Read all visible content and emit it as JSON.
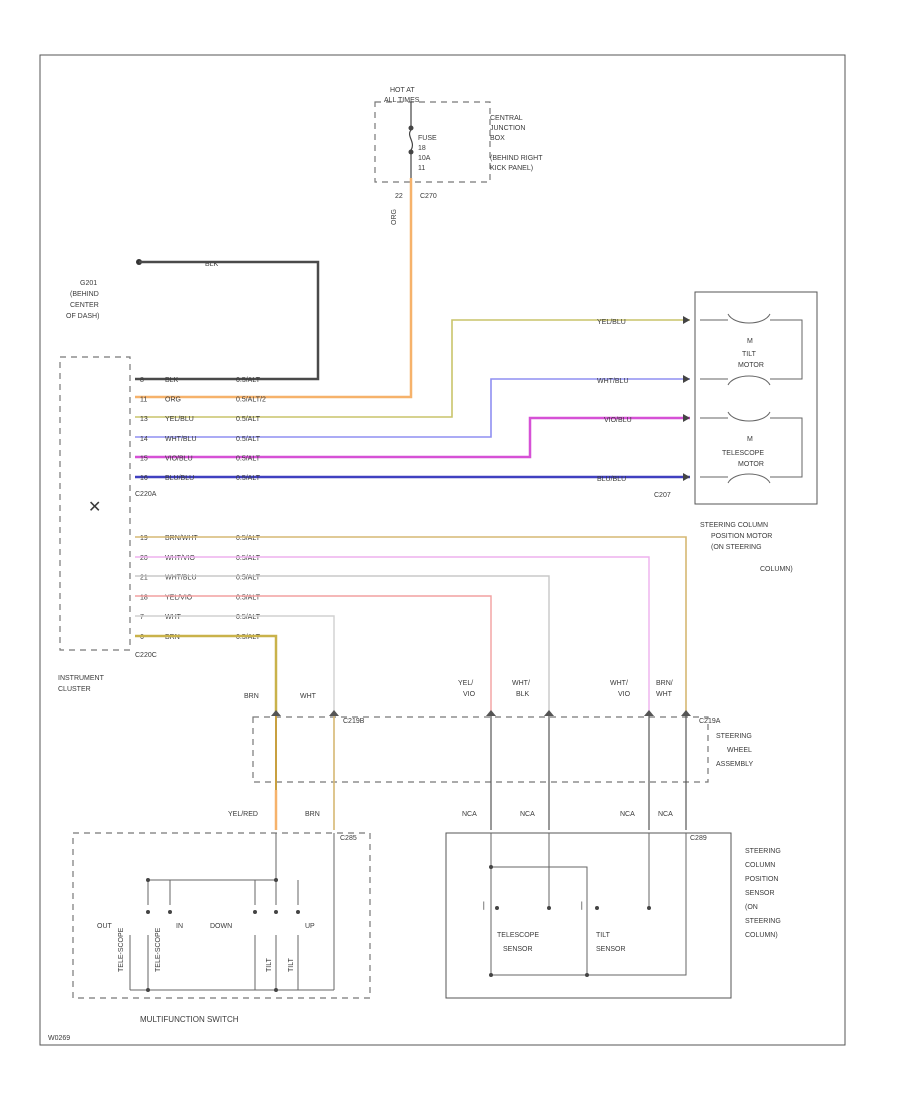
{
  "power": {
    "hot_at": "HOT AT",
    "all_times": "ALL TIMES",
    "fuse_label": "FUSE",
    "fuse_number": "18",
    "fuse_amps": "10A",
    "fuse_pin": "11",
    "jb_lines": [
      "CENTRAL",
      "JUNCTION",
      "BOX",
      "(BEHIND RIGHT",
      "KICK PANEL)"
    ],
    "pin_22": "22",
    "connector_c270": "C270",
    "wire_color": "ORG"
  },
  "ground": {
    "wire": "BLK",
    "lines": [
      "G201",
      "(BEHIND",
      "CENTER",
      "OF DASH)"
    ]
  },
  "cluster": {
    "label_lines": [
      "INSTRUMENT",
      "CLUSTER"
    ],
    "connector_upper": "C220A",
    "connector_lower": "C220C",
    "upper_wires": [
      {
        "pin": "8",
        "color": "BLK",
        "size": "0.5/ALT",
        "hex": "#4a4a4a"
      },
      {
        "pin": "11",
        "color": "ORG",
        "size": "0.5/ALT/2",
        "hex": "#f6b26b"
      },
      {
        "pin": "13",
        "color": "YEL/BLU",
        "size": "0.5/ALT",
        "hex": "#c9c46a"
      },
      {
        "pin": "14",
        "color": "WHT/BLU",
        "size": "0.5/ALT",
        "hex": "#8f8ff2"
      },
      {
        "pin": "15",
        "color": "VIO/BLU",
        "size": "0.5/ALT",
        "hex": "#d651d6"
      },
      {
        "pin": "16",
        "color": "BLU/BLU",
        "size": "0.5/ALT",
        "hex": "#4040c0"
      }
    ],
    "lower_wires": [
      {
        "pin": "19",
        "color": "BRN/WHT",
        "size": "0.5/ALT",
        "hex": "#d6b873"
      },
      {
        "pin": "20",
        "color": "WHT/VIO",
        "size": "0.5/ALT",
        "hex": "#eeb0ee"
      },
      {
        "pin": "21",
        "color": "WHT/BLU",
        "size": "0.5/ALT",
        "hex": "#c8c8c8"
      },
      {
        "pin": "18",
        "color": "YEL/VIO",
        "size": "0.5/ALT",
        "hex": "#f2a0a0"
      },
      {
        "pin": "7",
        "color": "WHT",
        "size": "0.5/ALT",
        "hex": "#d0d0d0"
      },
      {
        "pin": "6",
        "color": "BRN",
        "size": "0.5/ALT",
        "hex": "#c9b24a"
      }
    ]
  },
  "motor": {
    "wire_labels": [
      "YEL/BLU",
      "WHT/BLU",
      "VIO/BLU",
      "BLU/BLU"
    ],
    "motor_m1": "M",
    "tilt_lines": [
      "TILT",
      "MOTOR"
    ],
    "motor_m2": "M",
    "telescope_lines": [
      "TELESCOPE",
      "MOTOR"
    ],
    "connector": "C207",
    "label_lines": [
      "STEERING COLUMN",
      "POSITION MOTOR",
      "(ON STEERING",
      "COLUMN)"
    ]
  },
  "wheel": {
    "top_labels": [
      "BRN",
      "WHT",
      "YEL/",
      "VIO",
      "WHT/",
      "BLK",
      "WHT/",
      "VIO",
      "BRN/",
      "WHT"
    ],
    "connector_left": "C219B",
    "connector_right": "C219A",
    "label_lines": [
      "STEERING",
      "WHEEL",
      "ASSEMBLY"
    ],
    "lower_left_labels": [
      "YEL/RED",
      "BRN"
    ],
    "nca_labels": [
      "NCA",
      "NCA",
      "NCA",
      "NCA"
    ]
  },
  "mfs": {
    "connector": "C285",
    "switch_top": [
      "OUT",
      "IN",
      "DOWN",
      "UP"
    ],
    "switch_sub": [
      "TELE-SCOPE",
      "TELE-SCOPE",
      "TILT",
      "TILT"
    ],
    "label": "MULTIFUNCTION SWITCH"
  },
  "sensor": {
    "connector": "C289",
    "telescope_lines": [
      "TELESCOPE",
      "SENSOR"
    ],
    "tilt_lines": [
      "TILT",
      "SENSOR"
    ],
    "label_lines": [
      "STEERING",
      "COLUMN",
      "POSITION",
      "SENSOR",
      "(ON",
      "STEERING",
      "COLUMN)"
    ]
  },
  "footer_code": "W0269"
}
